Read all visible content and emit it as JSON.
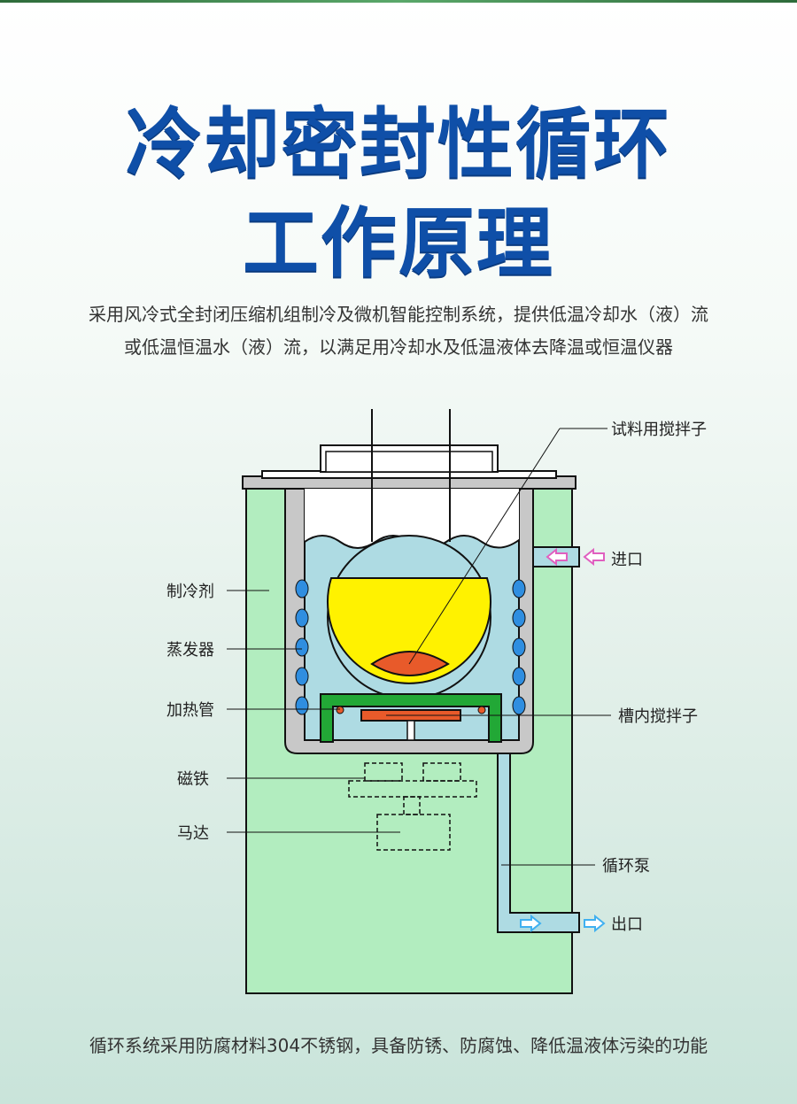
{
  "title": {
    "line1": "冷却密封性循环",
    "line2": "工作原理"
  },
  "description": {
    "line1": "采用风冷式全封闭压缩机组制冷及微机智能控制系统，提供低温冷却水（液）流",
    "line2": "或低温恒温水（液）流，以满足用冷却水及低温液体去降温或恒温仪器"
  },
  "diagram": {
    "labels": {
      "sample_stirrer": "试料用搅拌子",
      "inlet": "进口",
      "refrigerant": "制冷剂",
      "evaporator": "蒸发器",
      "heater": "加热管",
      "tank_stirrer": "槽内搅拌子",
      "magnet": "磁铁",
      "motor": "马达",
      "pump": "循环泵",
      "outlet": "出口"
    },
    "colors": {
      "housing": "#b2edbf",
      "liquid": "#aedbe3",
      "flask": "#fff200",
      "stir_bar": "#e85a2a",
      "green_frame": "#22a836",
      "metal": "#c8c8c8",
      "evaporator_coil": "#2f8ee0",
      "inlet_arrow": "#e060c0",
      "outlet_arrow": "#40b0f0"
    }
  },
  "footer": {
    "text": "循环系统采用防腐材料304不锈钢，具备防锈、防腐蚀、降低温液体污染的功能"
  }
}
